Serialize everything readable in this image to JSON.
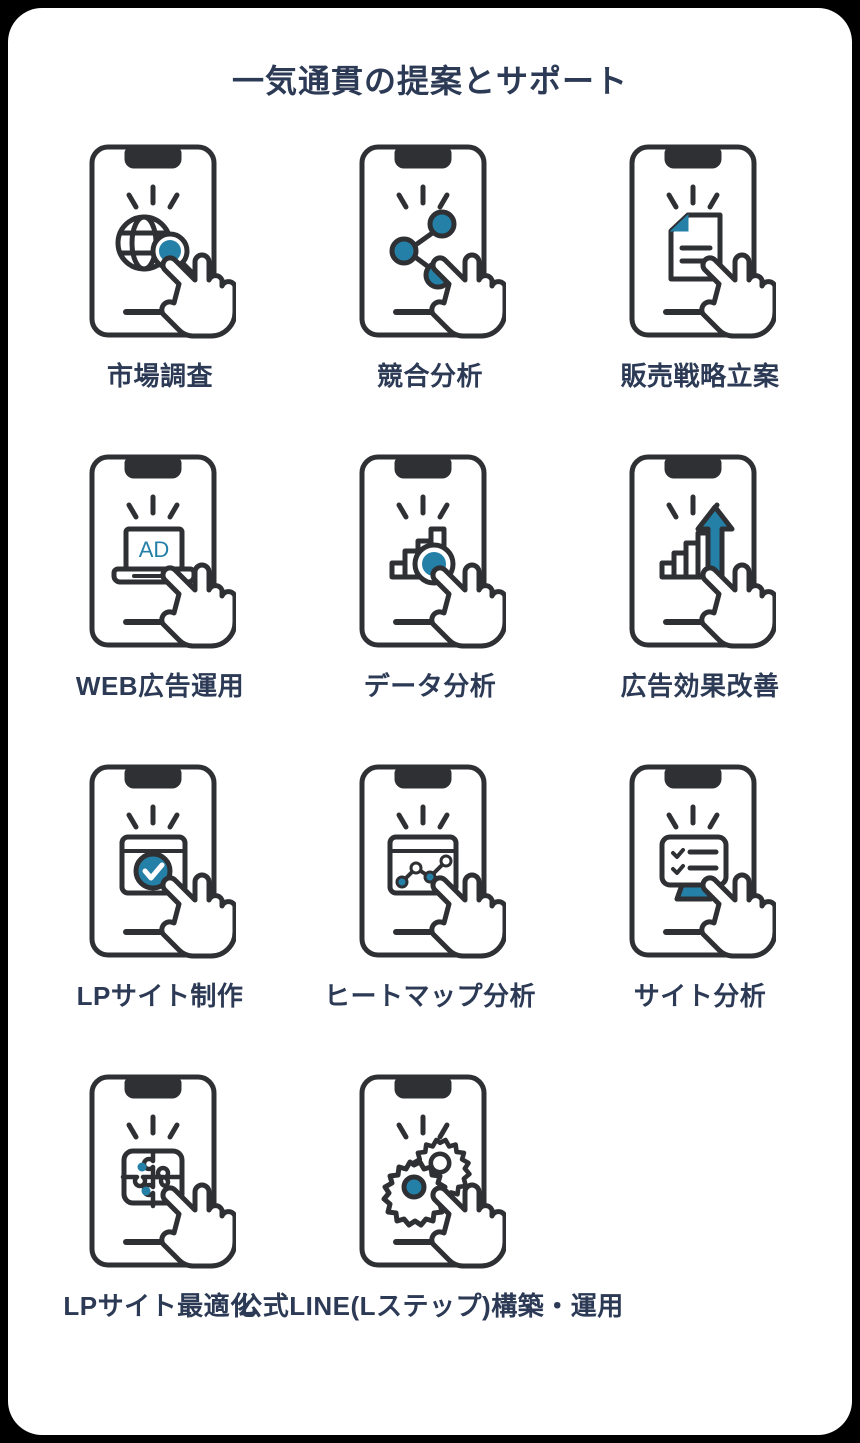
{
  "page": {
    "title": "一気通貫の提案とサポート",
    "background_color": "#000000",
    "card_color": "#ffffff",
    "text_color": "#2c3a55",
    "accent_color": "#2580a8",
    "outline_color": "#2e3033"
  },
  "items": [
    {
      "label": "市場調査",
      "icon": "globe-magnifier-icon"
    },
    {
      "label": "競合分析",
      "icon": "network-nodes-icon"
    },
    {
      "label": "販売戦略立案",
      "icon": "document-icon"
    },
    {
      "label": "WEB広告運用",
      "icon": "laptop-ad-icon",
      "glyph": "AD"
    },
    {
      "label": "データ分析",
      "icon": "bar-chart-magnifier-icon"
    },
    {
      "label": "広告効果改善",
      "icon": "bar-chart-arrow-up-icon"
    },
    {
      "label": "LPサイト制作",
      "icon": "browser-check-icon"
    },
    {
      "label": "ヒートマップ分析",
      "icon": "browser-line-chart-icon"
    },
    {
      "label": "サイト分析",
      "icon": "monitor-checklist-icon"
    },
    {
      "label": "LPサイト最適化",
      "icon": "puzzle-icon"
    },
    {
      "label": "公式LINE(Lステップ)構築・運用",
      "icon": "gears-icon"
    }
  ]
}
